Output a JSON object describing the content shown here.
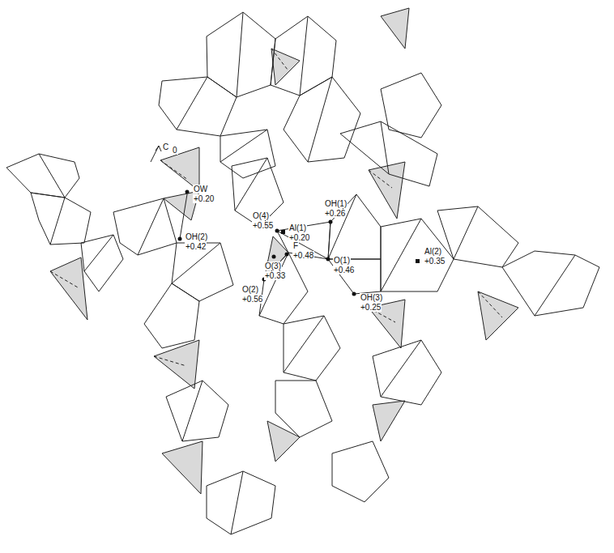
{
  "diagram": {
    "labels": [
      "C",
      "0",
      "OW",
      "+0.20",
      "OH(2)",
      "+0.42",
      "O(4)",
      "+0.55",
      "Al(1)",
      "+0.20",
      "OH(1)",
      "+0.26",
      "F",
      "+0.48",
      "O(3)",
      "+0.33",
      "O(2)",
      "+0.56",
      "O(1)",
      "+0.46",
      "Al(2)",
      "+0.35",
      "OH(3)",
      "+0.25"
    ]
  }
}
